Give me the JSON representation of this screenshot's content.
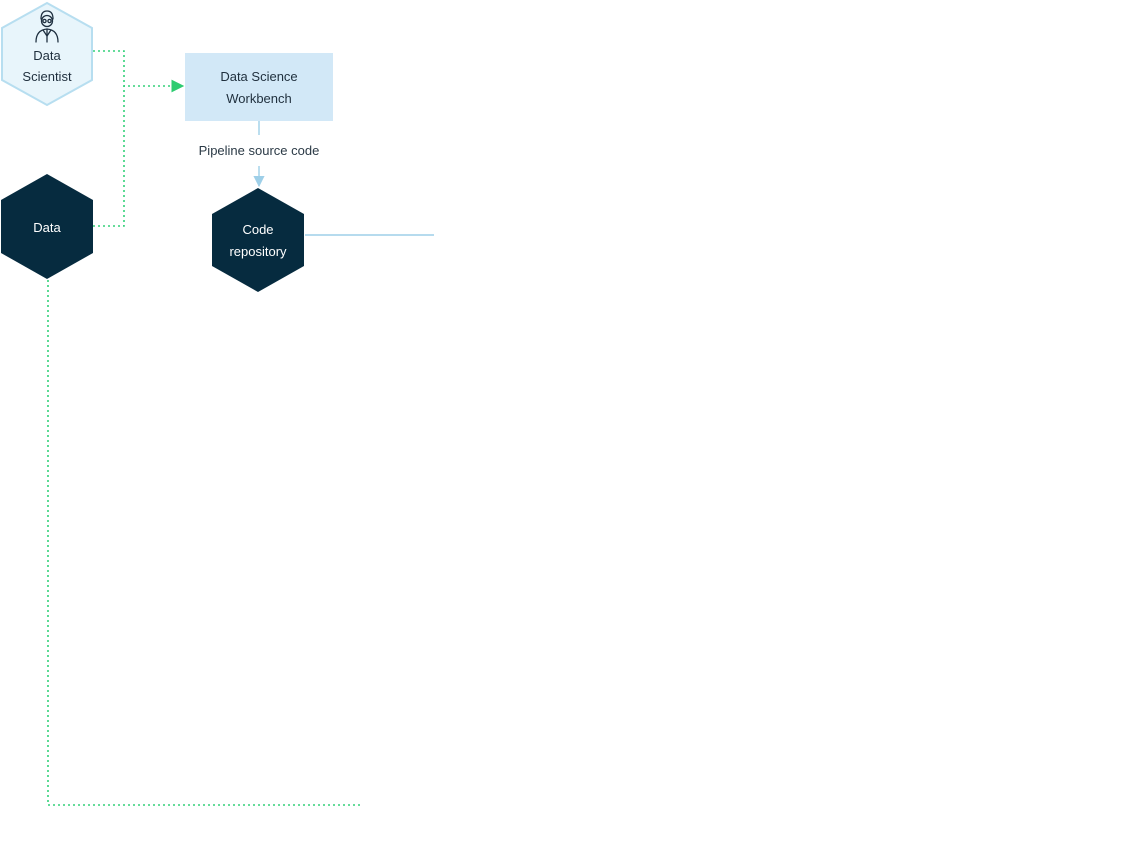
{
  "nodes": {
    "data_scientist": {
      "line1": "Data",
      "line2": "Scientist",
      "icon": "scientist-icon",
      "fill": "#e8f5fb",
      "stroke": "#b7def0"
    },
    "workbench": {
      "line1": "Data Science",
      "line2": "Workbench",
      "fill": "#d2e8f7"
    },
    "data": {
      "label": "Data",
      "fill": "#062b3f"
    },
    "code_repository": {
      "line1": "Code",
      "line2": "repository",
      "fill": "#062b3f"
    }
  },
  "edges": {
    "pipeline_source_code": "Pipeline source code"
  },
  "colors": {
    "dotted_green": "#33d17a",
    "solid_blue": "#9ecfe8",
    "arrow_green": "#2ecc71"
  }
}
